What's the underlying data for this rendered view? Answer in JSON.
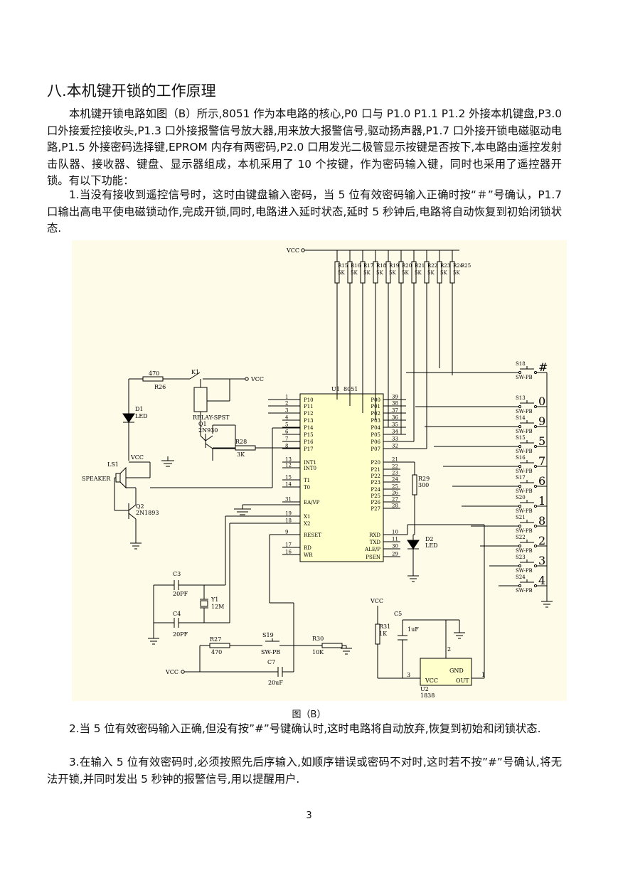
{
  "heading": "八.本机键开锁的工作原理",
  "paragraphs": [
    "本机键开锁电路如图（B）所示,8051 作为本电路的核心,P0 口与 P1.0 P1.1 P1.2 外接本机键盘,P3.0 口外接爱控接收头,P1.3 口外接报警信号放大器,用来放大报警信号,驱动扬声器,P1.7 口外接开锁电磁驱动电路,P1.5 外接密码选择键,EPROM 内存有两密码,P2.0 口用发光二极管显示按键是否按下,本电路由遥控发射击队器、接收器、键盘、显示器组成，本机采用了 10 个按键，作为密码输入键，同时也采用了遥控器开锁。有以下功能：",
    "1.当没有接收到遥控信号时，这时由键盘输入密码，当 5 位有效密码输入正确时按“＃”号确认，P1.7 口输出高电平使电磁锁动作,完成开锁,同时,电路进入延时状态,延时 5 秒钟后,电路将自动恢复到初始闭锁状态.",
    "2.当 5 位有效密码输入正确,但没有按”#”号键确认时,这时电路将自动放弃,恢复到初始和闭锁状态.",
    "3.在输入 5 位有效密码时,必须按照先后序输入,如顺序错误或密码不对时,这时若不按”#”号确认,将无法开锁,并同时发出 5 秒钟的报警信号,用以提醒用户."
  ],
  "figure": {
    "caption": "图（B）",
    "vcc": "VCC",
    "resistors": [
      "R15",
      "R16",
      "R17",
      "R18",
      "R19",
      "R20",
      "R21",
      "R22",
      "R23",
      "R24",
      "R25"
    ],
    "res_values": [
      "5K",
      "5K",
      "5K",
      "5K",
      "5K",
      "5K",
      "5K",
      "5K",
      "5K",
      "5K"
    ],
    "u1": {
      "ref": "U1",
      "part": "8051",
      "left_pins": [
        {
          "n": "1",
          "name": "P10"
        },
        {
          "n": "2",
          "name": "P11"
        },
        {
          "n": "3",
          "name": "P12"
        },
        {
          "n": "4",
          "name": "P13"
        },
        {
          "n": "5",
          "name": "P14"
        },
        {
          "n": "6",
          "name": "P15"
        },
        {
          "n": "7",
          "name": "P16"
        },
        {
          "n": "8",
          "name": "P17"
        },
        {
          "n": "13",
          "name": "INT1"
        },
        {
          "n": "12",
          "name": "INT0"
        },
        {
          "n": "15",
          "name": "T1"
        },
        {
          "n": "14",
          "name": "T0"
        },
        {
          "n": "31",
          "name": "EA/VP"
        },
        {
          "n": "19",
          "name": "X1"
        },
        {
          "n": "18",
          "name": "X2"
        },
        {
          "n": "9",
          "name": "RESET"
        },
        {
          "n": "17",
          "name": "RD"
        },
        {
          "n": "16",
          "name": "WR"
        }
      ],
      "right_pins": [
        {
          "n": "39",
          "name": "P00"
        },
        {
          "n": "38",
          "name": "P01"
        },
        {
          "n": "37",
          "name": "P02"
        },
        {
          "n": "36",
          "name": "P03"
        },
        {
          "n": "35",
          "name": "P04"
        },
        {
          "n": "34",
          "name": "P05"
        },
        {
          "n": "33",
          "name": "P06"
        },
        {
          "n": "32",
          "name": "P07"
        },
        {
          "n": "21",
          "name": "P20"
        },
        {
          "n": "22",
          "name": "P21"
        },
        {
          "n": "23",
          "name": "P22"
        },
        {
          "n": "24",
          "name": "P23"
        },
        {
          "n": "25",
          "name": "P24"
        },
        {
          "n": "26",
          "name": "P25"
        },
        {
          "n": "27",
          "name": "P26"
        },
        {
          "n": "28",
          "name": "P27"
        },
        {
          "n": "10",
          "name": "RXD"
        },
        {
          "n": "11",
          "name": "TXD"
        },
        {
          "n": "30",
          "name": "ALE/P"
        },
        {
          "n": "29",
          "name": "PSEN"
        }
      ]
    },
    "switches": [
      {
        "ref": "S18",
        "type": "SW-PB",
        "key": "#"
      },
      {
        "ref": "S13",
        "type": "SW-PB",
        "key": "0"
      },
      {
        "ref": "S14",
        "type": "SW-PB",
        "key": "9"
      },
      {
        "ref": "S15",
        "type": "SW-PB",
        "key": "5"
      },
      {
        "ref": "S16",
        "type": "SW-PB",
        "key": "7"
      },
      {
        "ref": "S17",
        "type": "SW-PB",
        "key": "6"
      },
      {
        "ref": "S20",
        "type": "SW-PB",
        "key": "1"
      },
      {
        "ref": "S21",
        "type": "SW-PB",
        "key": "8"
      },
      {
        "ref": "S22",
        "type": "SW-PB",
        "key": "2"
      },
      {
        "ref": "S23",
        "type": "SW-PB",
        "key": "3"
      },
      {
        "ref": "S24",
        "type": "SW-PB",
        "key": "4"
      }
    ],
    "labels": {
      "r470": "470",
      "r26": "R26",
      "k1": "K1",
      "relay": "RELAY-SPST",
      "q1": "Q1",
      "q1part": "2N930",
      "d1": "D1",
      "led": "LED",
      "r28": "R28",
      "r28v": "3K",
      "ls1": "LS1",
      "speaker": "SPEAKER",
      "q2": "Q2",
      "q2part": "2N1893",
      "r29": "R29",
      "r29v": "300",
      "d2": "D2",
      "c3": "C3",
      "c3v": "20PF",
      "c4": "C4",
      "c4v": "20PF",
      "y1": "Y1",
      "y1v": "12M",
      "r27": "R27",
      "r27v": "470",
      "s19": "S19",
      "swpb": "SW-PB",
      "r30": "R30",
      "r30v": "10K",
      "c7": "C7",
      "c7v": "20uF",
      "r31": "R31",
      "r31v": "1K",
      "c5": "C5",
      "c5v": "1uF",
      "u2": "U2",
      "u2part": "1838",
      "gnd": "GND",
      "out": "OUT",
      "p1": "1",
      "p2": "2",
      "p3": "3"
    }
  },
  "page_number": "3"
}
